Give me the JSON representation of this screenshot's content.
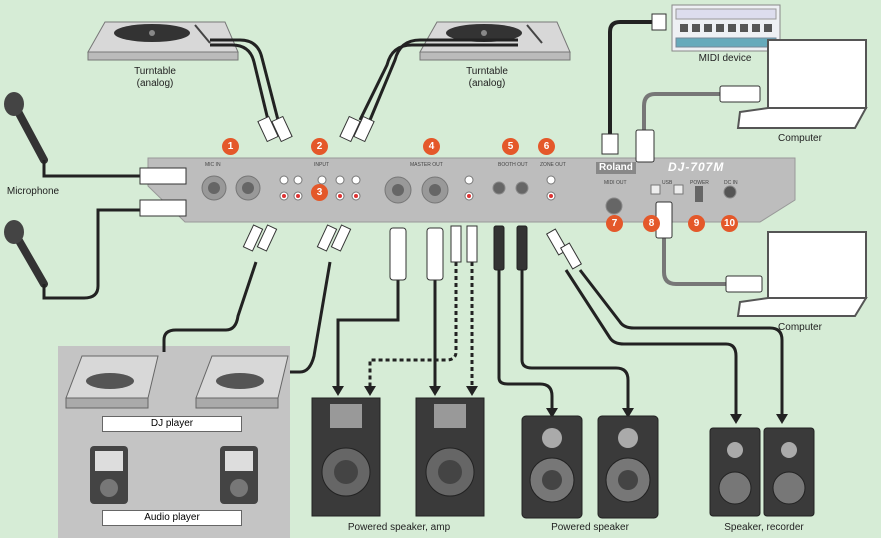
{
  "labels": {
    "turntable_left": "Turntable\n(analog)",
    "turntable_right": "Turntable\n(analog)",
    "midi_device": "MIDI device",
    "computer_top": "Computer",
    "computer_bottom": "Computer",
    "microphone": "Microphone",
    "dj_player": "DJ player",
    "audio_player": "Audio player",
    "powered_speaker_amp": "Powered speaker, amp",
    "powered_speaker": "Powered speaker",
    "speaker_recorder": "Speaker, recorder"
  },
  "badges": [
    "1",
    "2",
    "3",
    "4",
    "5",
    "6",
    "7",
    "8",
    "9",
    "10"
  ],
  "panel": {
    "brand": "Roland",
    "model": "DJ-707M",
    "sections": [
      "MIC IN",
      "INPUT",
      "MASTER OUT",
      "BOOTH OUT",
      "ZONE OUT",
      "MIDI OUT",
      "USB",
      "POWER",
      "DC IN"
    ]
  },
  "colors": {
    "background": "#d6ecd6",
    "badge": "#e4582a",
    "panel": "#bfbfbf",
    "cable": "#222222"
  }
}
